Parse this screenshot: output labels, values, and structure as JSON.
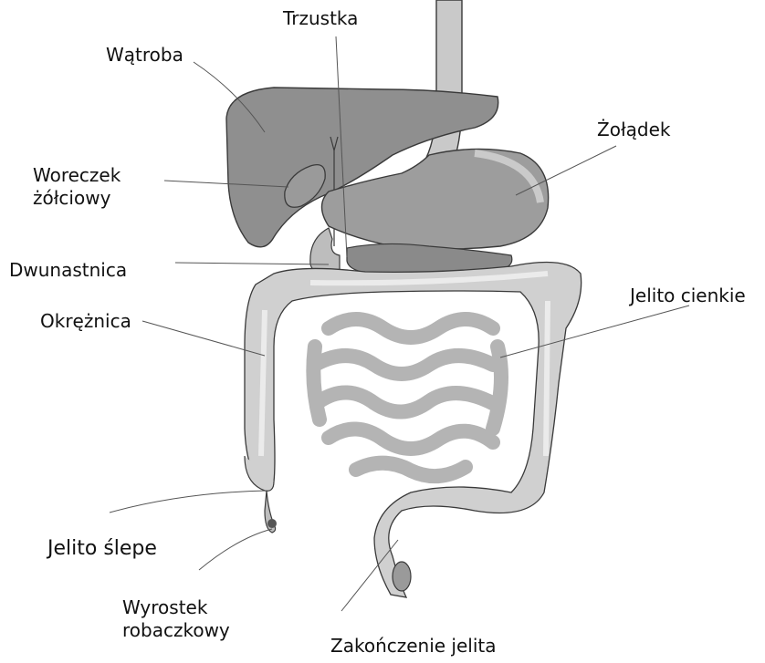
{
  "labels": {
    "trzustka": "Trzustka",
    "watroba": "Wątroba",
    "zoladek": "Żołądek",
    "woreczek_line1": "Woreczek",
    "woreczek_line2": "żółciowy",
    "dwunastnica": "Dwunastnica",
    "jelito_cienkie": "Jelito cienkie",
    "okreznica": "Okrężnica",
    "jelito_slepe": "Jelito ślepe",
    "wyrostek_line1": "Wyrostek",
    "wyrostek_line2": "robaczkowy",
    "zakonczenie": "Zakończenie jelita"
  },
  "colors": {
    "organ_dark": "#8f8f8f",
    "organ_mid": "#a9a9a9",
    "intestine_light": "#cfcfcf",
    "intestine_highlight": "#ececec",
    "small_intestine": "#b9b9b9",
    "outline": "#3a3a3a",
    "leader": "#555555"
  }
}
